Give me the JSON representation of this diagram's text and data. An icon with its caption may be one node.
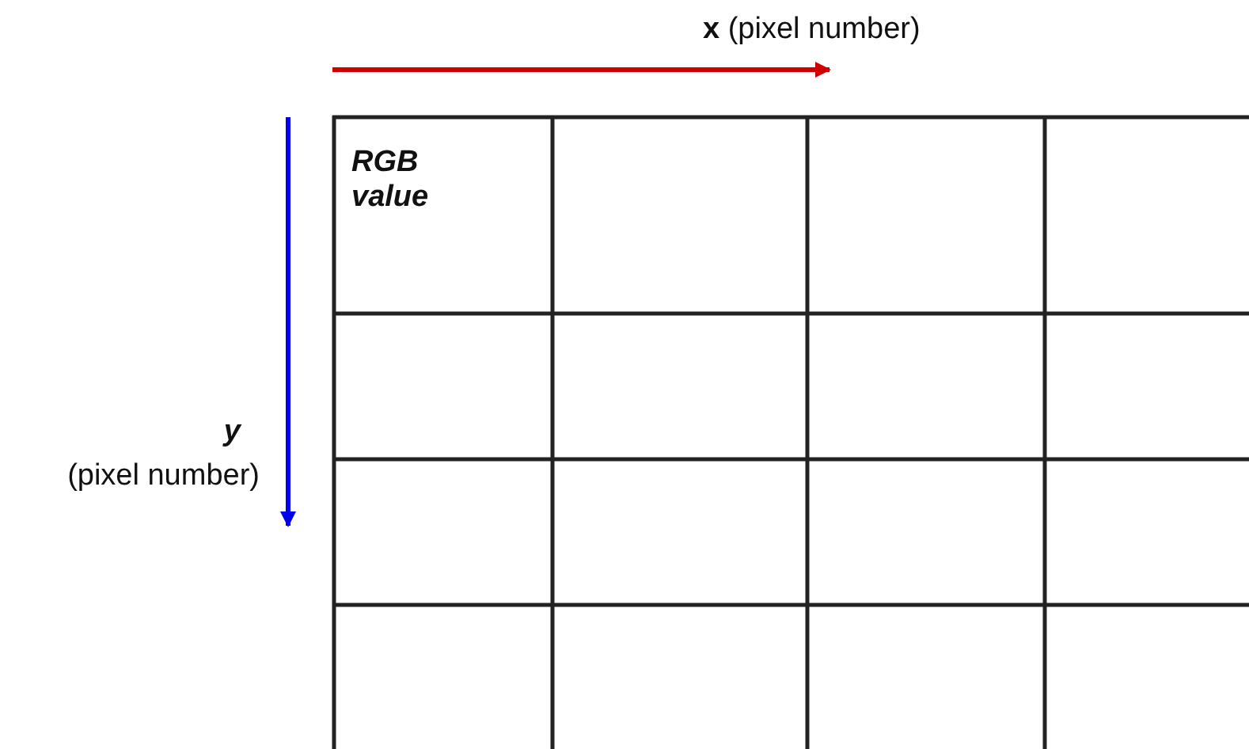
{
  "diagram": {
    "labels": [
      "**x** (pixel number)",
      "y",
      "(pixel number)",
      "RGB value"
    ]
  }
}
